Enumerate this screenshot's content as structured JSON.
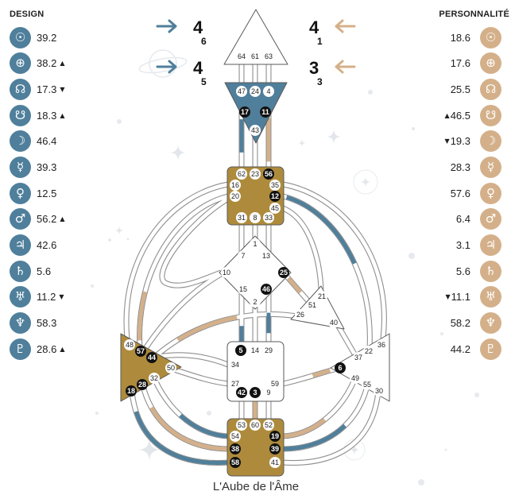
{
  "design": {
    "header": "DESIGN",
    "color": "#4f7f9b",
    "planets": [
      {
        "icon": "sun-icon",
        "glyph": "☉",
        "value": "39.2",
        "arrow": ""
      },
      {
        "icon": "earth-icon",
        "glyph": "⊕",
        "value": "38.2",
        "arrow": "▲"
      },
      {
        "icon": "north-node-icon",
        "glyph": "☊",
        "value": "17.3",
        "arrow": "▼"
      },
      {
        "icon": "south-node-icon",
        "glyph": "☋",
        "value": "18.3",
        "arrow": "▲"
      },
      {
        "icon": "moon-icon",
        "glyph": "☽",
        "value": "46.4",
        "arrow": ""
      },
      {
        "icon": "mercury-icon",
        "glyph": "☿",
        "value": "39.3",
        "arrow": ""
      },
      {
        "icon": "venus-icon",
        "glyph": "♀",
        "value": "12.5",
        "arrow": ""
      },
      {
        "icon": "mars-icon",
        "glyph": "♂",
        "value": "56.2",
        "arrow": "▲"
      },
      {
        "icon": "jupiter-icon",
        "glyph": "♃",
        "value": "42.6",
        "arrow": ""
      },
      {
        "icon": "saturn-icon",
        "glyph": "♄",
        "value": "5.6",
        "arrow": ""
      },
      {
        "icon": "uranus-icon",
        "glyph": "♅",
        "value": "11.2",
        "arrow": "▼"
      },
      {
        "icon": "neptune-icon",
        "glyph": "♆",
        "value": "58.3",
        "arrow": ""
      },
      {
        "icon": "pluto-icon",
        "glyph": "♇",
        "value": "28.6",
        "arrow": "▲"
      }
    ]
  },
  "personality": {
    "header": "PERSONNALITÉ",
    "color": "#d4b08a",
    "planets": [
      {
        "icon": "sun-icon",
        "glyph": "☉",
        "value": "18.6",
        "arrow": ""
      },
      {
        "icon": "earth-icon",
        "glyph": "⊕",
        "value": "17.6",
        "arrow": ""
      },
      {
        "icon": "north-node-icon",
        "glyph": "☊",
        "value": "25.5",
        "arrow": ""
      },
      {
        "icon": "south-node-icon",
        "glyph": "☋",
        "value": "46.5",
        "arrow": "▲"
      },
      {
        "icon": "moon-icon",
        "glyph": "☽",
        "value": "19.3",
        "arrow": "▼"
      },
      {
        "icon": "mercury-icon",
        "glyph": "☿",
        "value": "28.3",
        "arrow": ""
      },
      {
        "icon": "venus-icon",
        "glyph": "♀",
        "value": "57.6",
        "arrow": ""
      },
      {
        "icon": "mars-icon",
        "glyph": "♂",
        "value": "6.4",
        "arrow": ""
      },
      {
        "icon": "jupiter-icon",
        "glyph": "♃",
        "value": "3.1",
        "arrow": ""
      },
      {
        "icon": "saturn-icon",
        "glyph": "♄",
        "value": "5.6",
        "arrow": ""
      },
      {
        "icon": "uranus-icon",
        "glyph": "♅",
        "value": "11.1",
        "arrow": "▼"
      },
      {
        "icon": "neptune-icon",
        "glyph": "♆",
        "value": "58.2",
        "arrow": ""
      },
      {
        "icon": "pluto-icon",
        "glyph": "♇",
        "value": "44.2",
        "arrow": ""
      }
    ]
  },
  "variables": {
    "design": [
      {
        "value": "4",
        "sub": "6"
      },
      {
        "value": "4",
        "sub": "5"
      }
    ],
    "personality": [
      {
        "value": "4",
        "sub": "1"
      },
      {
        "value": "3",
        "sub": "3"
      }
    ]
  },
  "gate_colors": {
    "active": "#111111",
    "inactive": "#ffffff",
    "active_text": "#ffffff",
    "inactive_text": "#222222"
  },
  "centers": {
    "head": {
      "fill": "#ffffff",
      "gates": [
        {
          "n": "64",
          "active": false
        },
        {
          "n": "61",
          "active": false
        },
        {
          "n": "63",
          "active": false
        }
      ]
    },
    "ajna": {
      "fill": "#4f7f9b",
      "gates": [
        {
          "n": "47",
          "active": false
        },
        {
          "n": "24",
          "active": false
        },
        {
          "n": "4",
          "active": false
        },
        {
          "n": "17",
          "active": true
        },
        {
          "n": "11",
          "active": true
        },
        {
          "n": "43",
          "active": false
        }
      ]
    },
    "throat": {
      "fill": "#ae8b3c",
      "gates": [
        {
          "n": "62",
          "active": false
        },
        {
          "n": "23",
          "active": false
        },
        {
          "n": "56",
          "active": true
        },
        {
          "n": "16",
          "active": false
        },
        {
          "n": "35",
          "active": false
        },
        {
          "n": "20",
          "active": false
        },
        {
          "n": "12",
          "active": true
        },
        {
          "n": "45",
          "active": false
        },
        {
          "n": "31",
          "active": false
        },
        {
          "n": "8",
          "active": false
        },
        {
          "n": "33",
          "active": false
        }
      ]
    },
    "g": {
      "fill": "#ffffff",
      "gates": [
        {
          "n": "1",
          "active": false
        },
        {
          "n": "7",
          "active": false
        },
        {
          "n": "13",
          "active": false
        },
        {
          "n": "10",
          "active": false
        },
        {
          "n": "25",
          "active": true
        },
        {
          "n": "15",
          "active": false
        },
        {
          "n": "46",
          "active": true
        },
        {
          "n": "2",
          "active": false
        }
      ]
    },
    "ego": {
      "fill": "#ffffff",
      "gates": [
        {
          "n": "21",
          "active": false
        },
        {
          "n": "51",
          "active": false
        },
        {
          "n": "26",
          "active": false
        },
        {
          "n": "40",
          "active": false
        }
      ]
    },
    "sacral": {
      "fill": "#ffffff",
      "gates": [
        {
          "n": "5",
          "active": true
        },
        {
          "n": "14",
          "active": false
        },
        {
          "n": "29",
          "active": false
        },
        {
          "n": "34",
          "active": false
        },
        {
          "n": "27",
          "active": false
        },
        {
          "n": "59",
          "active": false
        },
        {
          "n": "42",
          "active": true
        },
        {
          "n": "3",
          "active": true
        },
        {
          "n": "9",
          "active": false
        }
      ]
    },
    "root": {
      "fill": "#ae8b3c",
      "gates": [
        {
          "n": "53",
          "active": false
        },
        {
          "n": "60",
          "active": false
        },
        {
          "n": "52",
          "active": false
        },
        {
          "n": "54",
          "active": false
        },
        {
          "n": "19",
          "active": true
        },
        {
          "n": "38",
          "active": true
        },
        {
          "n": "39",
          "active": true
        },
        {
          "n": "58",
          "active": true
        },
        {
          "n": "41",
          "active": false
        }
      ]
    },
    "spleen": {
      "fill": "#ae8b3c",
      "gates": [
        {
          "n": "48",
          "active": false
        },
        {
          "n": "57",
          "active": true
        },
        {
          "n": "44",
          "active": true
        },
        {
          "n": "50",
          "active": false
        },
        {
          "n": "32",
          "active": false
        },
        {
          "n": "28",
          "active": true
        },
        {
          "n": "18",
          "active": true
        }
      ]
    },
    "solar_plexus": {
      "fill": "#ffffff",
      "gates": [
        {
          "n": "36",
          "active": false
        },
        {
          "n": "22",
          "active": false
        },
        {
          "n": "37",
          "active": false
        },
        {
          "n": "6",
          "active": true
        },
        {
          "n": "49",
          "active": false
        },
        {
          "n": "55",
          "active": false
        },
        {
          "n": "30",
          "active": false
        }
      ]
    }
  },
  "footer": "L'Aube de l'Âme"
}
